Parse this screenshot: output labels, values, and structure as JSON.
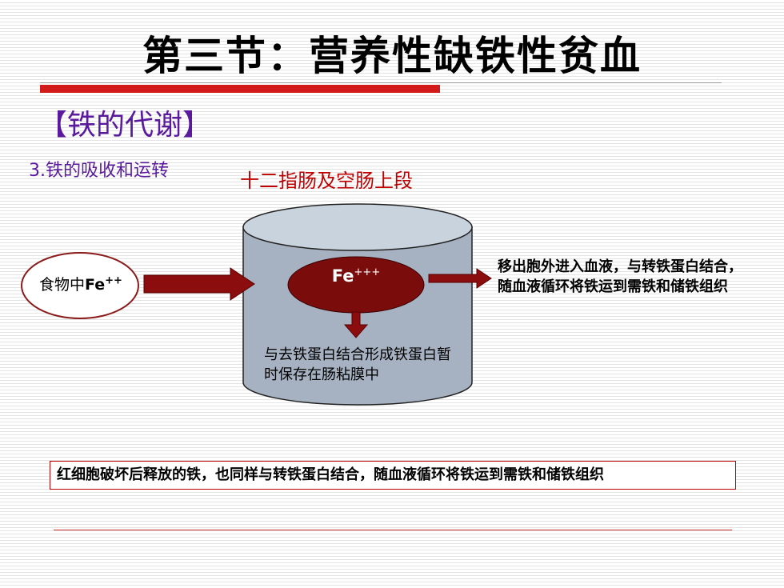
{
  "slide": {
    "title": "第三节：营养性缺铁性贫血",
    "section_heading": "【铁的代谢】",
    "subsection": "3.铁的吸收和运转",
    "location_label": "十二指肠及空肠上段"
  },
  "diagram": {
    "food": {
      "text": "食物中",
      "element": "Fe",
      "charge": "++"
    },
    "ferric": {
      "element": "Fe",
      "charge": "+++"
    },
    "storage_text": "与去铁蛋白结合形成铁蛋白暂时保存在肠粘膜中",
    "exit_text": "移出胞外进入血液，与转铁蛋白结合，随血液循环将铁运到需铁和储铁组织"
  },
  "note_box": {
    "text": "红细胞破坏后释放的铁，也同样与转铁蛋白结合，随血液循环将铁运到需铁和储铁组织"
  },
  "colors": {
    "title_rule_red": "#d21a1a",
    "heading_purple": "#5b1a9e",
    "location_red": "#c00000",
    "arrow_dark_red": "#8b0d0d",
    "cylinder_fill": "#a6b2c1",
    "ellipse_fill": "#7a0c0c"
  },
  "icons": [
    "right-arrow-icon",
    "down-arrow-icon"
  ]
}
